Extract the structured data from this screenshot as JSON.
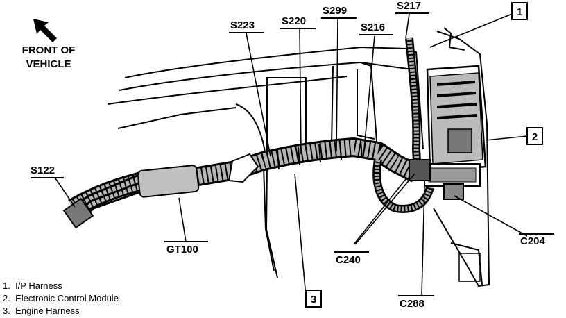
{
  "orientation": {
    "arrow_icon": "arrow-up-left-icon",
    "line1": "FRONT OF",
    "line2": "VEHICLE"
  },
  "splices": {
    "s122": "S122",
    "s223": "S223",
    "s220": "S220",
    "s299": "S299",
    "s216": "S216",
    "s217": "S217"
  },
  "connectors": {
    "gt100": "GT100",
    "c240": "C240",
    "c288": "C288",
    "c204": "C204"
  },
  "callouts": {
    "one": "1",
    "two": "2",
    "three": "3"
  },
  "legend": [
    {
      "num": "1.",
      "text": "I/P Harness"
    },
    {
      "num": "2.",
      "text": "Electronic Control Module"
    },
    {
      "num": "3.",
      "text": "Engine Harness"
    }
  ]
}
